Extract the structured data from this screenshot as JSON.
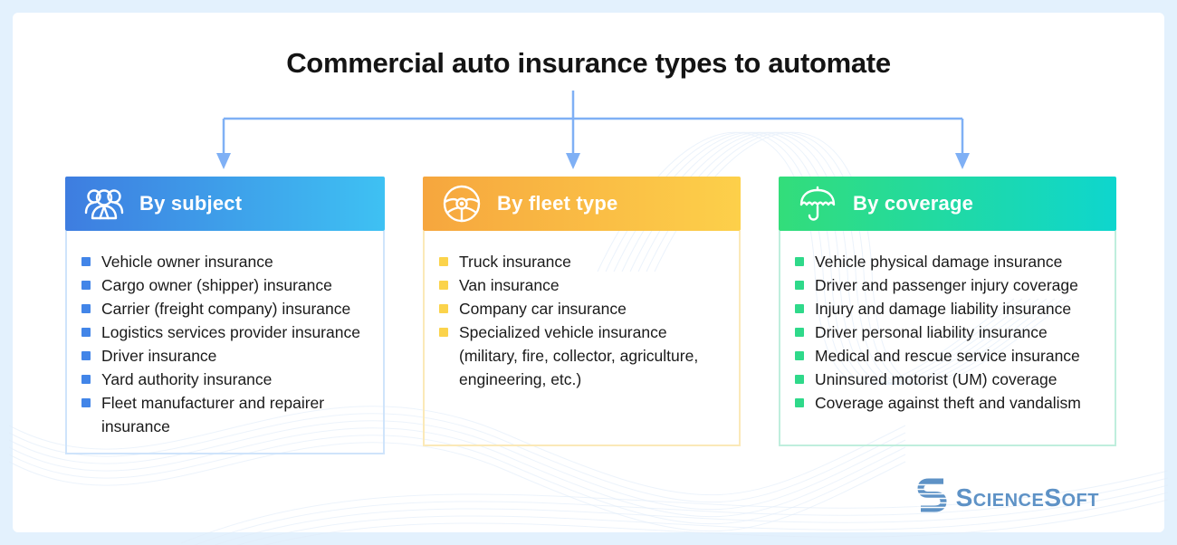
{
  "title": "Commercial auto insurance types to automate",
  "columns": [
    {
      "header": "By subject",
      "icon": "people-group-icon",
      "gradient_from": "#3e7de0",
      "gradient_to": "#3ec1f3",
      "bullet_color": "#4285e8",
      "border_color": "#cfe4fb",
      "items": [
        "Vehicle owner insurance",
        "Cargo owner (shipper) insurance",
        "Carrier (freight company) insurance",
        "Logistics services provider insurance",
        "Driver insurance",
        "Yard authority insurance",
        "Fleet manufacturer and repairer insurance"
      ]
    },
    {
      "header": "By fleet type",
      "icon": "steering-wheel-icon",
      "gradient_from": "#f6a63e",
      "gradient_to": "#fdd04a",
      "bullet_color": "#fbd34b",
      "border_color": "#fbe9b8",
      "items": [
        "Truck insurance",
        "Van insurance",
        "Company car insurance",
        "Specialized vehicle insurance (military, fire, collector, agriculture, engineering, etc.)"
      ]
    },
    {
      "header": "By coverage",
      "icon": "umbrella-icon",
      "gradient_from": "#33dd7a",
      "gradient_to": "#0ed6ce",
      "bullet_color": "#2fd98a",
      "border_color": "#bfeedd",
      "items": [
        "Vehicle physical damage insurance",
        "Driver and passenger injury coverage",
        "Injury and damage liability insurance",
        "Driver personal liability insurance",
        "Medical and rescue service insurance",
        "Uninsured motorist (UM) coverage",
        "Coverage against theft and vandalism"
      ]
    }
  ],
  "footer": {
    "brand": "ScienceSoft"
  },
  "colors": {
    "page_background": "#e3f1fd",
    "card_background": "#ffffff",
    "title_color": "#141414",
    "connector": "#7fb0f5",
    "brand_blue": "#5e92c6"
  }
}
